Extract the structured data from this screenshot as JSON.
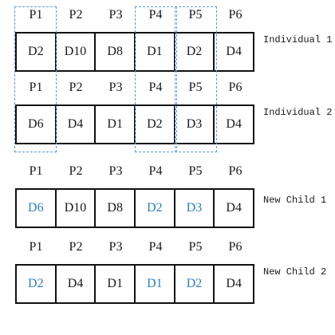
{
  "positions": [
    "P1",
    "P2",
    "P3",
    "P4",
    "P5",
    "P6"
  ],
  "highlight_color": "#2e7fb8",
  "dashed_highlight_color": "#5b9bd5",
  "rows": [
    {
      "label": "Individual 1",
      "cells": [
        "D2",
        "D10",
        "D8",
        "D1",
        "D2",
        "D4"
      ],
      "changed": [
        false,
        false,
        false,
        false,
        false,
        false
      ]
    },
    {
      "label": "Individual 2",
      "cells": [
        "D6",
        "D4",
        "D1",
        "D2",
        "D3",
        "D4"
      ],
      "changed": [
        false,
        false,
        false,
        false,
        false,
        false
      ]
    },
    {
      "label": "New Child 1",
      "cells": [
        "D6",
        "D10",
        "D8",
        "D2",
        "D3",
        "D4"
      ],
      "changed": [
        true,
        false,
        false,
        true,
        true,
        false
      ]
    },
    {
      "label": "New Child 2",
      "cells": [
        "D2",
        "D4",
        "D1",
        "D1",
        "D2",
        "D4"
      ],
      "changed": [
        true,
        false,
        false,
        true,
        true,
        false
      ]
    }
  ]
}
